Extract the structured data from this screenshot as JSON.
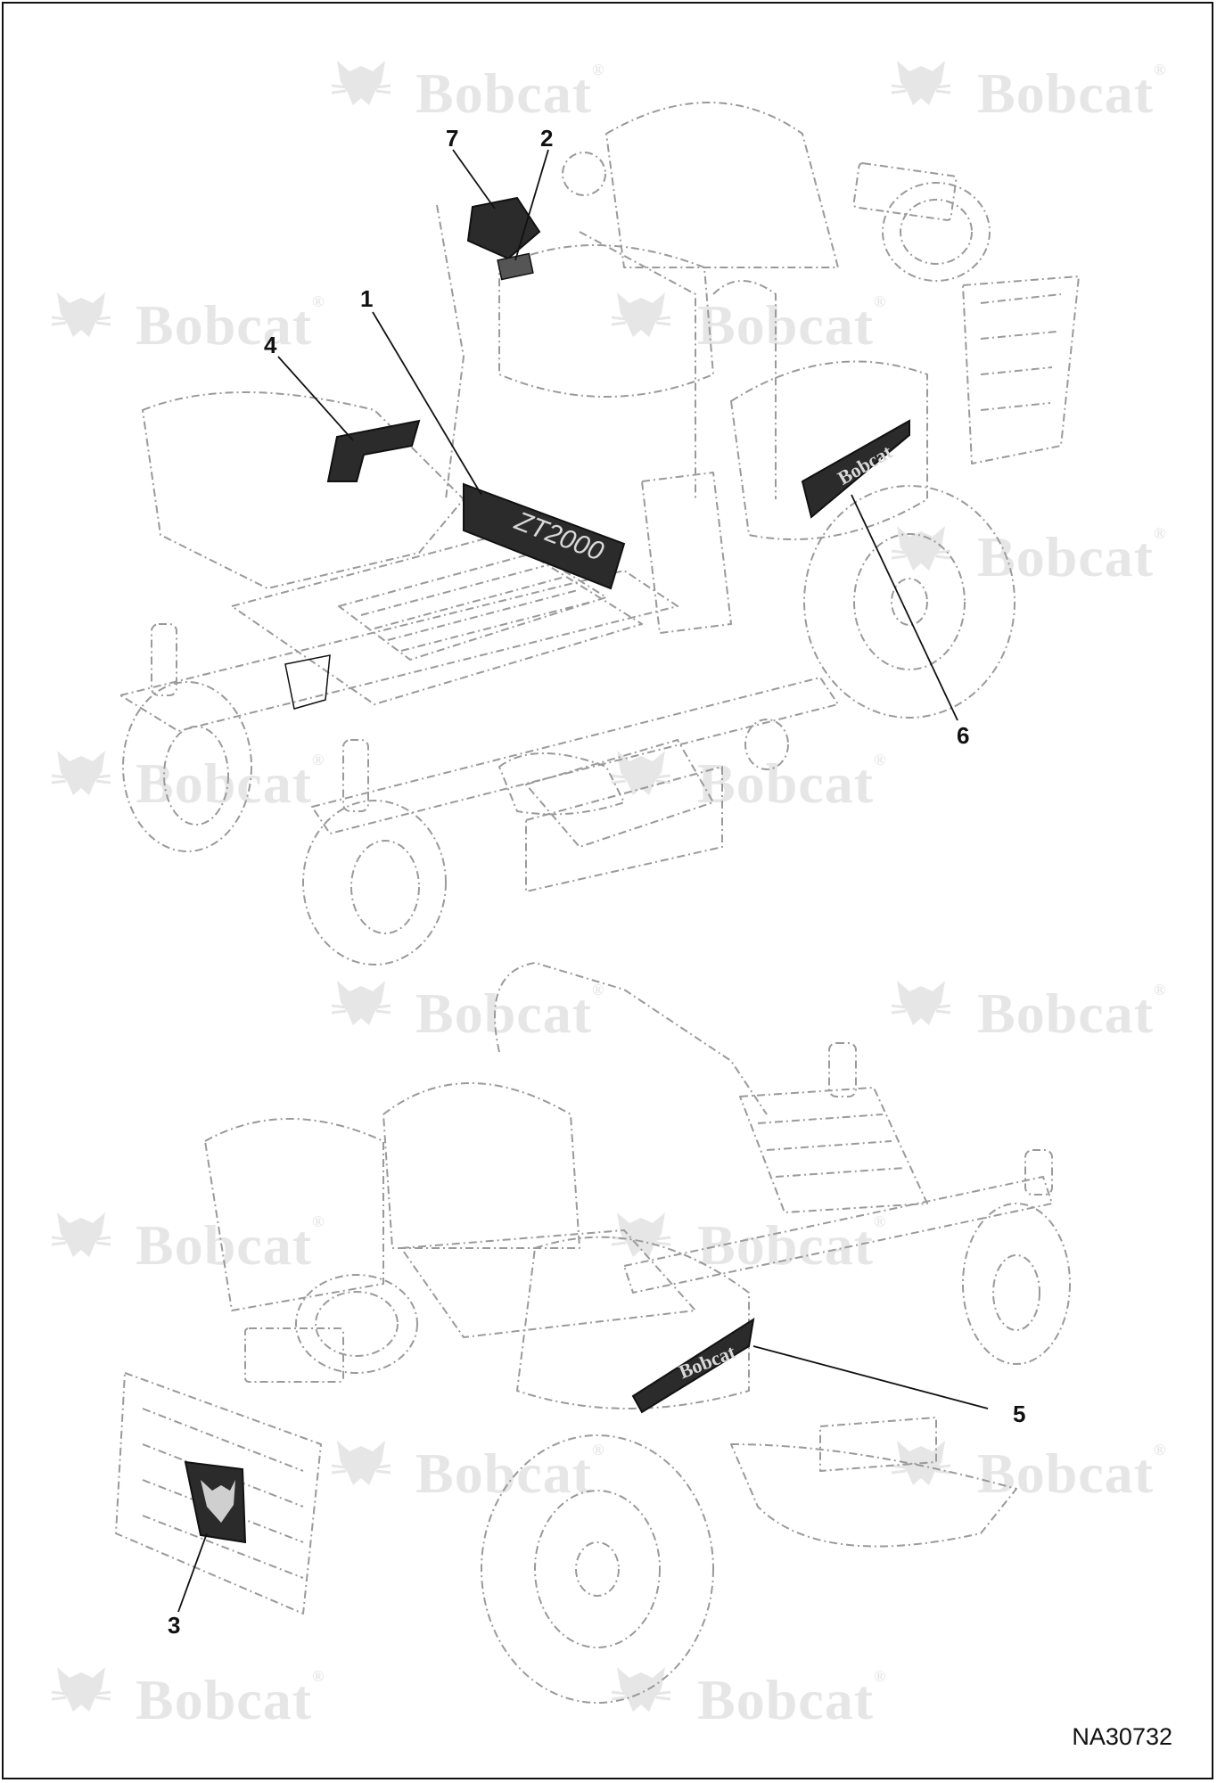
{
  "watermark": {
    "brand": "Bobcat",
    "reg_mark": "®"
  },
  "decals": {
    "brand_text": "Bobcat",
    "model_text": "ZT2000"
  },
  "callouts": {
    "c1": "1",
    "c2": "2",
    "c3": "3",
    "c4": "4",
    "c5": "5",
    "c6": "6",
    "c7": "7"
  },
  "document_id": "NA30732",
  "colors": {
    "line": "#111111",
    "decal": "#2b2b2b",
    "watermark": "#e6e6e6"
  }
}
